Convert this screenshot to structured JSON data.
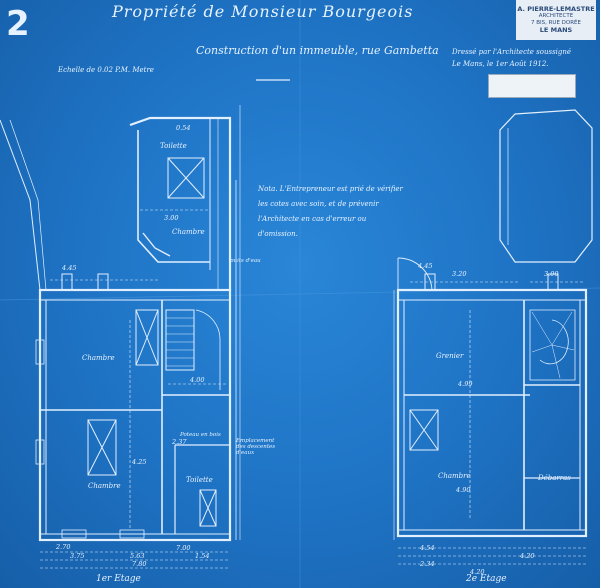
{
  "sheet_number": "2",
  "title": "Propriété de Monsieur Bourgeois",
  "subtitle": "Construction d'un immeuble, rue Gambetta",
  "scale_note": "Echelle de 0.02 P.M. Metre",
  "dressed_by": [
    "Dressé par l'Architecte soussigné",
    "Le Mans, le 1er Août 1912."
  ],
  "stamp": [
    "A. PIERRE-LEMASTRE",
    "ARCHITECTE",
    "7 BIS, RUE DORÉE",
    "LE MANS"
  ],
  "note": [
    "Nota. L'Entrepreneur est prié de vérifier",
    "les cotes avec soin, et de prévenir",
    "l'Architecte en cas d'erreur ou",
    "d'omission."
  ],
  "rooms": {
    "toilette_top": "Toilette",
    "chambre_top": "Chambre",
    "chambre_mid": "Chambre",
    "chambre_low": "Chambre",
    "toilette_low": "Toilette",
    "poteau": "Poteau en bois",
    "emplacement": "Emplacement des descentes d'eaux",
    "puits": "puits d'eau",
    "grenier": "Grenier",
    "chambre_right": "Chambre",
    "debarras": "Débarras"
  },
  "dimensions": {
    "d_4_45": "4.45",
    "d_3_00": "3.00",
    "d_3_20": "3.20",
    "d_3_00b": "3.00",
    "d_0_54": "0.54",
    "d_4_00": "4.00",
    "d_4_99": "4.99",
    "d_4_90": "4.90",
    "d_4_54": "4.54",
    "d_4_20": "4.20",
    "d_4_25": "4.25",
    "d_7_00": "7.00",
    "d_2_37": "2.37",
    "d_2_70": "2.70",
    "d_3_75": "3.75",
    "d_5_63": "5.63",
    "d_7_80": "7.80",
    "d_4_45r": "4.45",
    "d_4_20r": "4.20",
    "d_1_54": "1.54",
    "d_2_34": "2.34"
  },
  "floors": {
    "left": "1er Etage",
    "right": "2e Etage"
  }
}
